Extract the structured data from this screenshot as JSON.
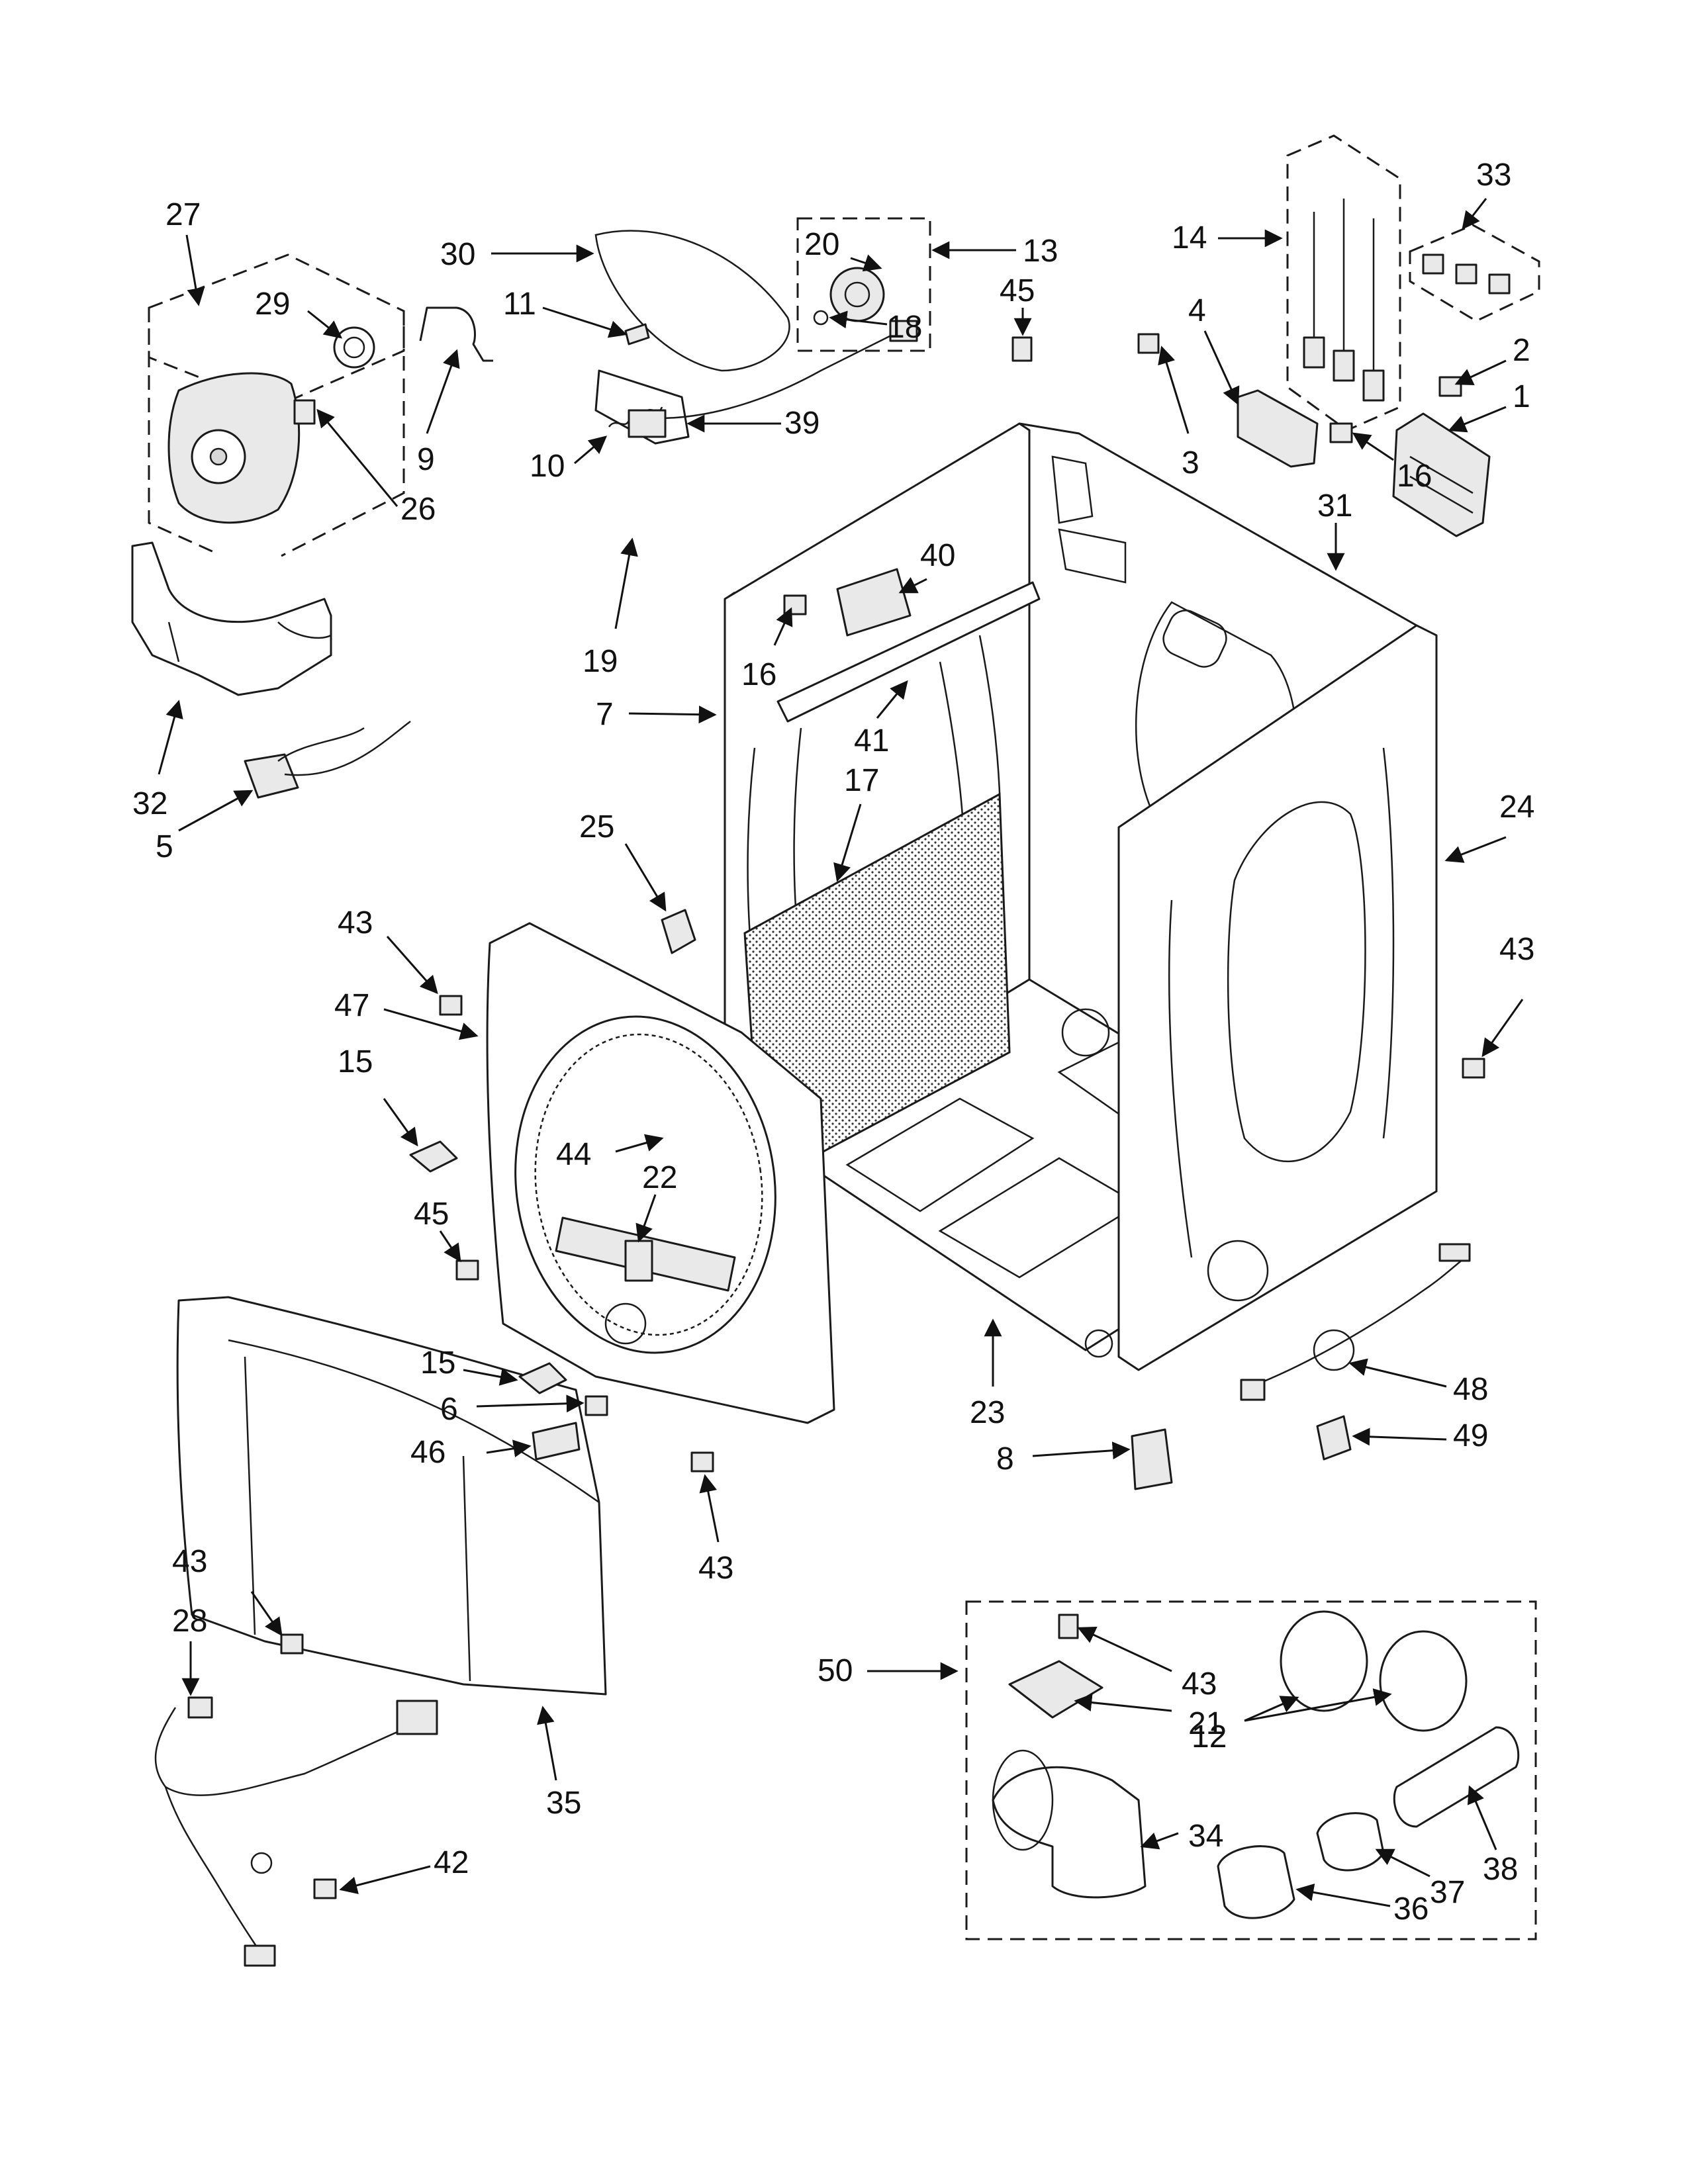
{
  "callouts": [
    {
      "id": "c1",
      "text": "1"
    },
    {
      "id": "c2",
      "text": "2"
    },
    {
      "id": "c3",
      "text": "3"
    },
    {
      "id": "c4",
      "text": "4"
    },
    {
      "id": "c5",
      "text": "5"
    },
    {
      "id": "c6",
      "text": "6"
    },
    {
      "id": "c7",
      "text": "7"
    },
    {
      "id": "c8",
      "text": "8"
    },
    {
      "id": "c9",
      "text": "9"
    },
    {
      "id": "c10",
      "text": "10"
    },
    {
      "id": "c11",
      "text": "11"
    },
    {
      "id": "c12",
      "text": "12"
    },
    {
      "id": "c13",
      "text": "13"
    },
    {
      "id": "c14",
      "text": "14"
    },
    {
      "id": "c15a",
      "text": "15"
    },
    {
      "id": "c15b",
      "text": "15"
    },
    {
      "id": "c16a",
      "text": "16"
    },
    {
      "id": "c16b",
      "text": "16"
    },
    {
      "id": "c17",
      "text": "17"
    },
    {
      "id": "c18",
      "text": "18"
    },
    {
      "id": "c19",
      "text": "19"
    },
    {
      "id": "c20",
      "text": "20"
    },
    {
      "id": "c21",
      "text": "21"
    },
    {
      "id": "c22",
      "text": "22"
    },
    {
      "id": "c23",
      "text": "23"
    },
    {
      "id": "c24",
      "text": "24"
    },
    {
      "id": "c25",
      "text": "25"
    },
    {
      "id": "c26",
      "text": "26"
    },
    {
      "id": "c27",
      "text": "27"
    },
    {
      "id": "c28",
      "text": "28"
    },
    {
      "id": "c29",
      "text": "29"
    },
    {
      "id": "c30",
      "text": "30"
    },
    {
      "id": "c31",
      "text": "31"
    },
    {
      "id": "c32",
      "text": "32"
    },
    {
      "id": "c33",
      "text": "33"
    },
    {
      "id": "c34",
      "text": "34"
    },
    {
      "id": "c35",
      "text": "35"
    },
    {
      "id": "c36",
      "text": "36"
    },
    {
      "id": "c37",
      "text": "37"
    },
    {
      "id": "c38",
      "text": "38"
    },
    {
      "id": "c39",
      "text": "39"
    },
    {
      "id": "c40",
      "text": "40"
    },
    {
      "id": "c41",
      "text": "41"
    },
    {
      "id": "c42",
      "text": "42"
    },
    {
      "id": "c43a",
      "text": "43"
    },
    {
      "id": "c43b",
      "text": "43"
    },
    {
      "id": "c43c",
      "text": "43"
    },
    {
      "id": "c43d",
      "text": "43"
    },
    {
      "id": "c43e",
      "text": "43"
    },
    {
      "id": "c44",
      "text": "44"
    },
    {
      "id": "c45a",
      "text": "45"
    },
    {
      "id": "c45b",
      "text": "45"
    },
    {
      "id": "c46",
      "text": "46"
    },
    {
      "id": "c47",
      "text": "47"
    },
    {
      "id": "c48",
      "text": "48"
    },
    {
      "id": "c49",
      "text": "49"
    },
    {
      "id": "c50",
      "text": "50"
    }
  ]
}
